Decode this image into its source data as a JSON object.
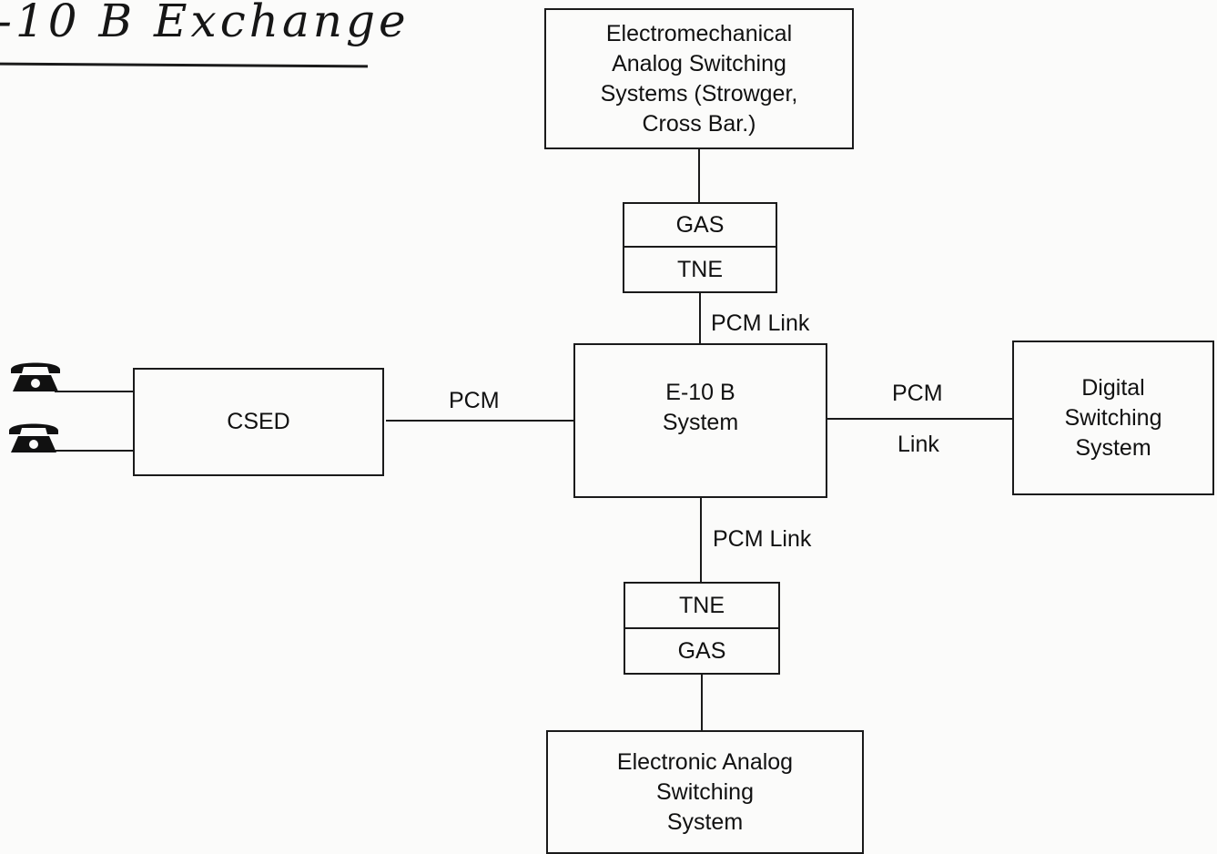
{
  "title": "-10 B Exchange",
  "nodes": {
    "electromechanical": "Electromechanical\nAnalog Switching\nSystems (Strowger,\nCross Bar.)",
    "top_gas": "GAS",
    "top_tne": "TNE",
    "e10b": "E-10 B\nSystem",
    "csed": "CSED",
    "digital": "Digital\nSwitching\nSystem",
    "bottom_tne": "TNE",
    "bottom_gas": "GAS",
    "electronic": "Electronic Analog\nSwitching\nSystem"
  },
  "links": {
    "top": "PCM Link",
    "left": "PCM",
    "right_top": "PCM",
    "right_bottom": "Link",
    "bottom": "PCM Link"
  },
  "icons": {
    "phone": "telephone-icon"
  }
}
